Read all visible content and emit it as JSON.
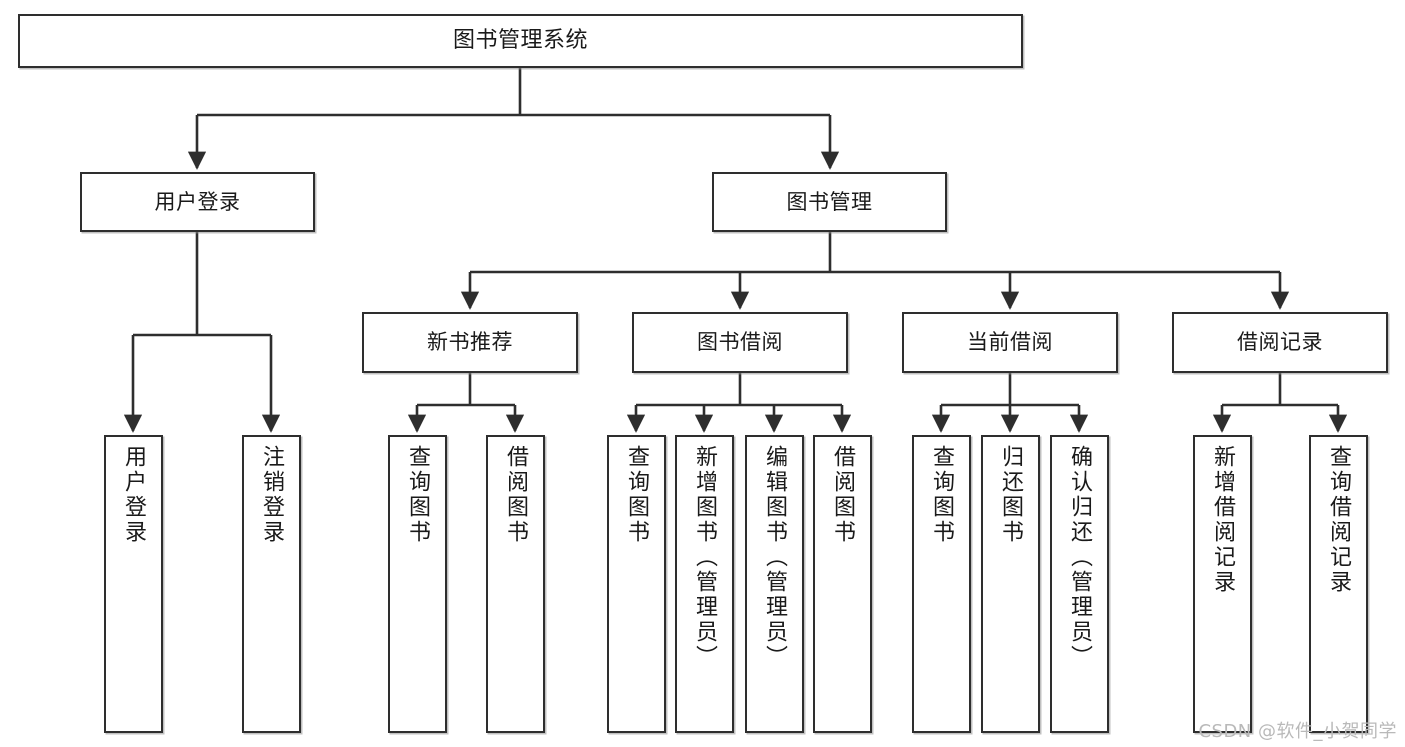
{
  "diagram": {
    "title": "图书管理系统",
    "type": "tree-hierarchy",
    "watermark": "CSDN @软件_小贺同学",
    "colors": {
      "stroke": "#2e2e2e",
      "fill": "#ffffff",
      "text": "#1a1a1a",
      "watermark": "#b9b9b9"
    },
    "root": {
      "label": "图书管理系统"
    },
    "level2": [
      {
        "id": "user-login",
        "label": "用户登录"
      },
      {
        "id": "book-manage",
        "label": "图书管理"
      }
    ],
    "level3": [
      {
        "id": "new-book-rec",
        "label": "新书推荐"
      },
      {
        "id": "book-borrow",
        "label": "图书借阅"
      },
      {
        "id": "current-borrow",
        "label": "当前借阅"
      },
      {
        "id": "borrow-record",
        "label": "借阅记录"
      }
    ],
    "leaves": {
      "user_login": [
        {
          "id": "leaf-user-login",
          "label": "用户登录"
        },
        {
          "id": "leaf-logout-login",
          "label": "注销登录"
        }
      ],
      "new_book_rec": [
        {
          "id": "leaf-query-book-1",
          "label": "查询图书"
        },
        {
          "id": "leaf-borrow-book-1",
          "label": "借阅图书"
        }
      ],
      "book_borrow": [
        {
          "id": "leaf-query-book-2",
          "label": "查询图书"
        },
        {
          "id": "leaf-add-book",
          "label": "新增图书（管理员）"
        },
        {
          "id": "leaf-edit-book",
          "label": "编辑图书（管理员）"
        },
        {
          "id": "leaf-borrow-book-2",
          "label": "借阅图书"
        }
      ],
      "current_borrow": [
        {
          "id": "leaf-query-book-3",
          "label": "查询图书"
        },
        {
          "id": "leaf-return-book",
          "label": "归还图书"
        },
        {
          "id": "leaf-confirm-return",
          "label": "确认归还（管理员）"
        }
      ],
      "borrow_record": [
        {
          "id": "leaf-add-record",
          "label": "新增借阅记录"
        },
        {
          "id": "leaf-query-record",
          "label": "查询借阅记录"
        }
      ]
    }
  }
}
